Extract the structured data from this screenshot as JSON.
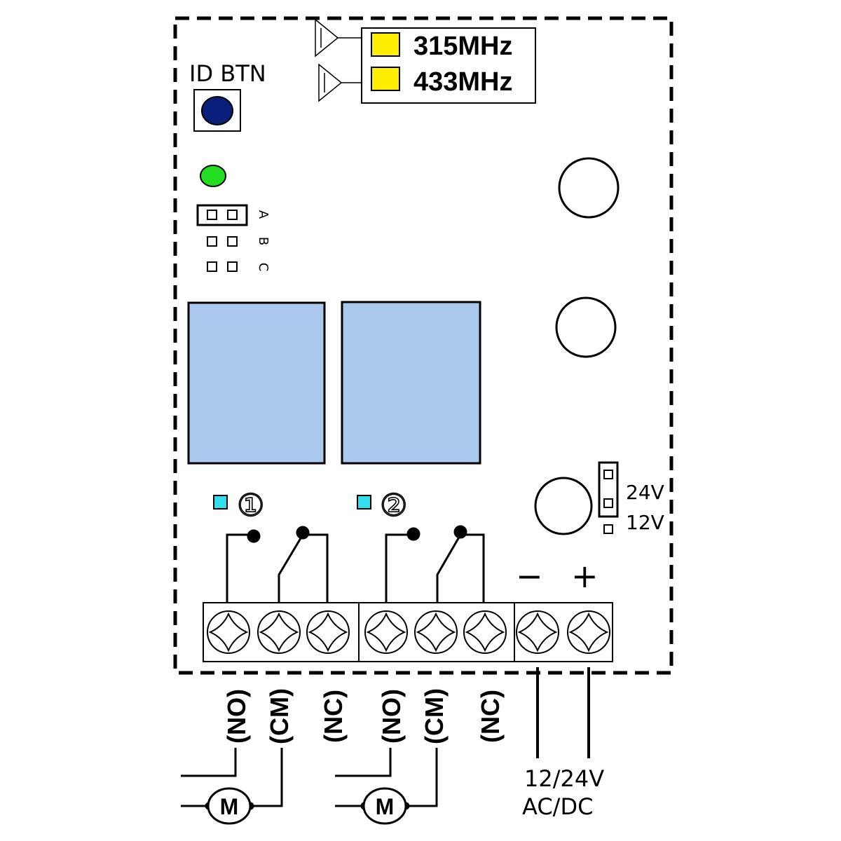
{
  "frequencies": [
    "315MHz",
    "433MHz"
  ],
  "id_button_label": "ID  BTN",
  "jumper_labels": [
    "A",
    "B",
    "C"
  ],
  "voltage_jumper_labels": [
    "24V",
    "12V"
  ],
  "relay_numbers": [
    "①",
    "②"
  ],
  "power_polarity": [
    "−",
    "+"
  ],
  "terminal_labels": [
    "(NO)",
    "(CM)",
    "(NC)",
    "(NO)",
    "(CM)",
    "(NC)"
  ],
  "power_labels": [
    "12/24V",
    "AC/DC"
  ],
  "motor_labels": [
    "M",
    "M"
  ],
  "colors": {
    "frequency_marker": "#ffee00",
    "id_button": "#0a1f7a",
    "status_led": "#22dd22",
    "relay_body": "#a9c8ec",
    "relay_indicator": "#33ddee",
    "outline": "#000000"
  }
}
